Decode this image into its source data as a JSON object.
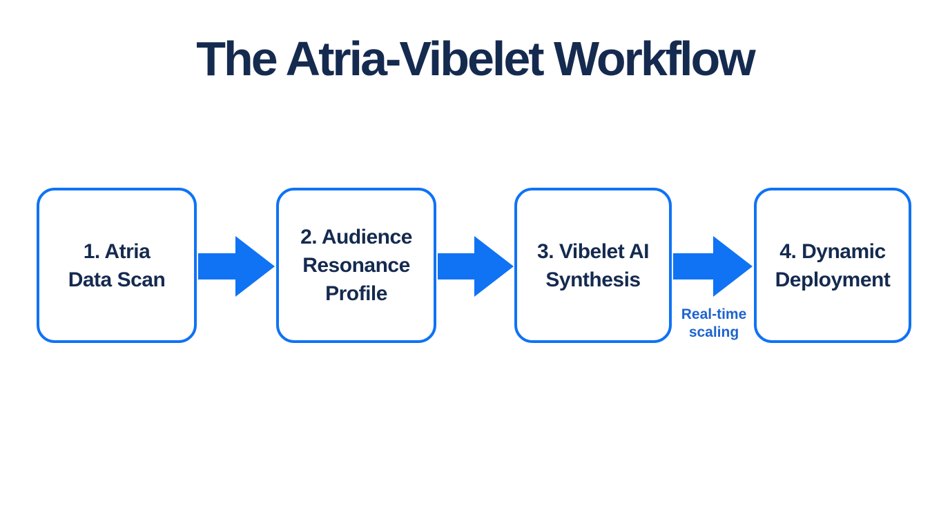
{
  "title": "The Atria-Vibelet Workflow",
  "colors": {
    "accent_blue": "#0f73f4",
    "text_navy": "#152a4f",
    "annotation_blue": "#1d64cf",
    "background": "#ffffff"
  },
  "workflow": {
    "steps": [
      {
        "label": "1. Atria\nData Scan"
      },
      {
        "label": "2. Audience\nResonance\nProfile"
      },
      {
        "label": "3. Vibelet AI\nSynthesis"
      },
      {
        "label": "4. Dynamic\nDeployment"
      }
    ],
    "arrow_annotation": "Real-time\nscaling"
  }
}
